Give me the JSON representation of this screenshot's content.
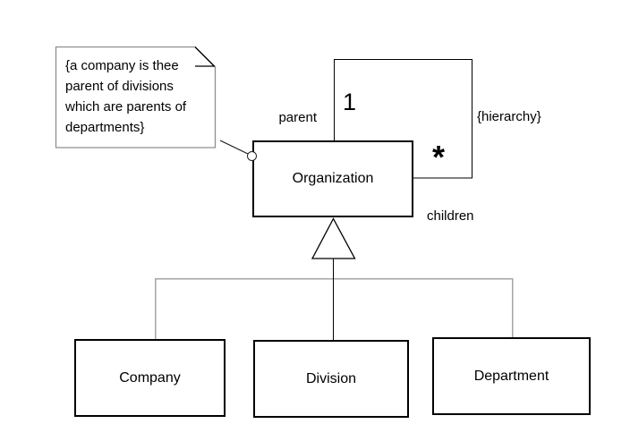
{
  "diagram_title": "organization-hierarchy-class-diagram",
  "note": {
    "lines": [
      "{a company is thee",
      "parent of divisions",
      "which are parents of",
      "departments}"
    ]
  },
  "association": {
    "parent_role": "parent",
    "parent_multiplicity": "1",
    "constraint": "{hierarchy}",
    "children_multiplicity": "*",
    "children_role": "children"
  },
  "classes": {
    "organization": "Organization",
    "company": "Company",
    "division": "Division",
    "department": "Department"
  },
  "colors": {
    "line_black": "#000000",
    "connector_gray": "#a4a4a4",
    "note_border_gray": "#8f8f8f",
    "background": "#ffffff"
  }
}
